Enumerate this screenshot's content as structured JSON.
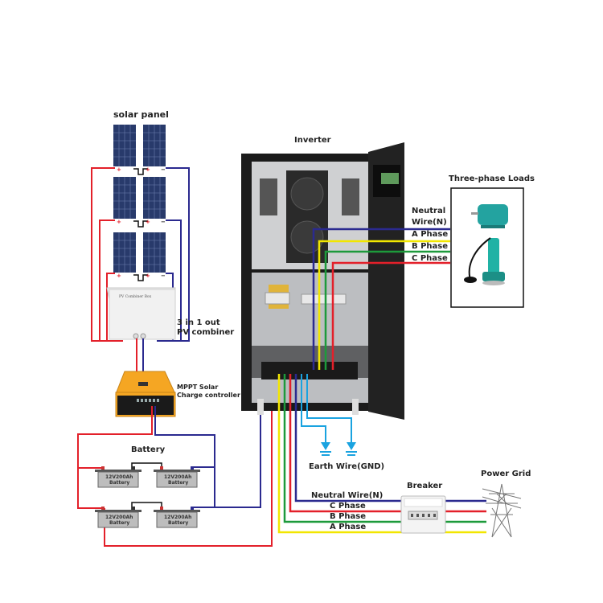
{
  "colors": {
    "positive": "#e3202a",
    "negative": "#2b2a8f",
    "a_phase": "#f2e600",
    "b_phase": "#1d9a3b",
    "c_phase": "#e3202a",
    "neutral": "#2b2a8f",
    "earth": "#1aa3e0",
    "link": "#111111",
    "panel": "#283a6b",
    "cabinet": "#1b1b1b",
    "controller": "#f5a623"
  },
  "labels": {
    "solar_panel": "solar panel",
    "combiner_line1": "3 in 1 out",
    "combiner_line2": "PV combiner",
    "combiner_plate": "PV Combiner Box",
    "controller_line1": "MPPT Solar",
    "controller_line2": "Charge controller",
    "battery": "Battery",
    "inverter": "Inverter",
    "loads": "Three-phase Loads",
    "earth": "Earth Wire(GND)",
    "breaker": "Breaker",
    "power_grid": "Power Grid"
  },
  "load_wires": [
    "Neutral",
    "Wire(N)",
    "A Phase",
    "B Phase",
    "C Phase"
  ],
  "grid_wires": [
    "Neutral Wire(N)",
    "C Phase",
    "B Phase",
    "A Phase"
  ],
  "batteries": [
    {
      "line1": "12V200Ah",
      "line2": "Battery"
    },
    {
      "line1": "12V200Ah",
      "line2": "Battery"
    },
    {
      "line1": "12V200Ah",
      "line2": "Battery"
    },
    {
      "line1": "12V200Ah",
      "line2": "Battery"
    }
  ],
  "terminal_signs": {
    "plus": "+",
    "minus": "−"
  }
}
